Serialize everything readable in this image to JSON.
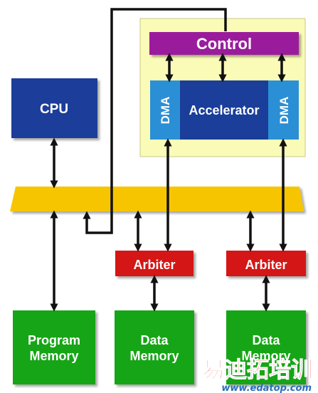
{
  "blocks": {
    "control": "Control",
    "cpu": "CPU",
    "accelerator": "Accelerator",
    "dma_left": "DMA",
    "dma_right": "DMA",
    "arbiter_left": "Arbiter",
    "arbiter_right": "Arbiter",
    "program_memory_line1": "Program",
    "program_memory_line2": "Memory",
    "data_memory_left_line1": "Data",
    "data_memory_left_line2": "Memory",
    "data_memory_right_line1": "Data",
    "data_memory_right_line2": "Memory"
  },
  "watermark": {
    "text": "易迪拓培训",
    "url": "www.edatop.com"
  },
  "colors": {
    "control": "#9a1f9c",
    "cpu": "#1a3e99",
    "accelerator": "#1a3e99",
    "dma": "#2b8fd6",
    "accelerator_frame": "#fbfbb8",
    "bus": "#f7c500",
    "arbiter": "#d41515",
    "memory": "#13a513",
    "arrow": "#111111",
    "watermark": "#e02020"
  }
}
